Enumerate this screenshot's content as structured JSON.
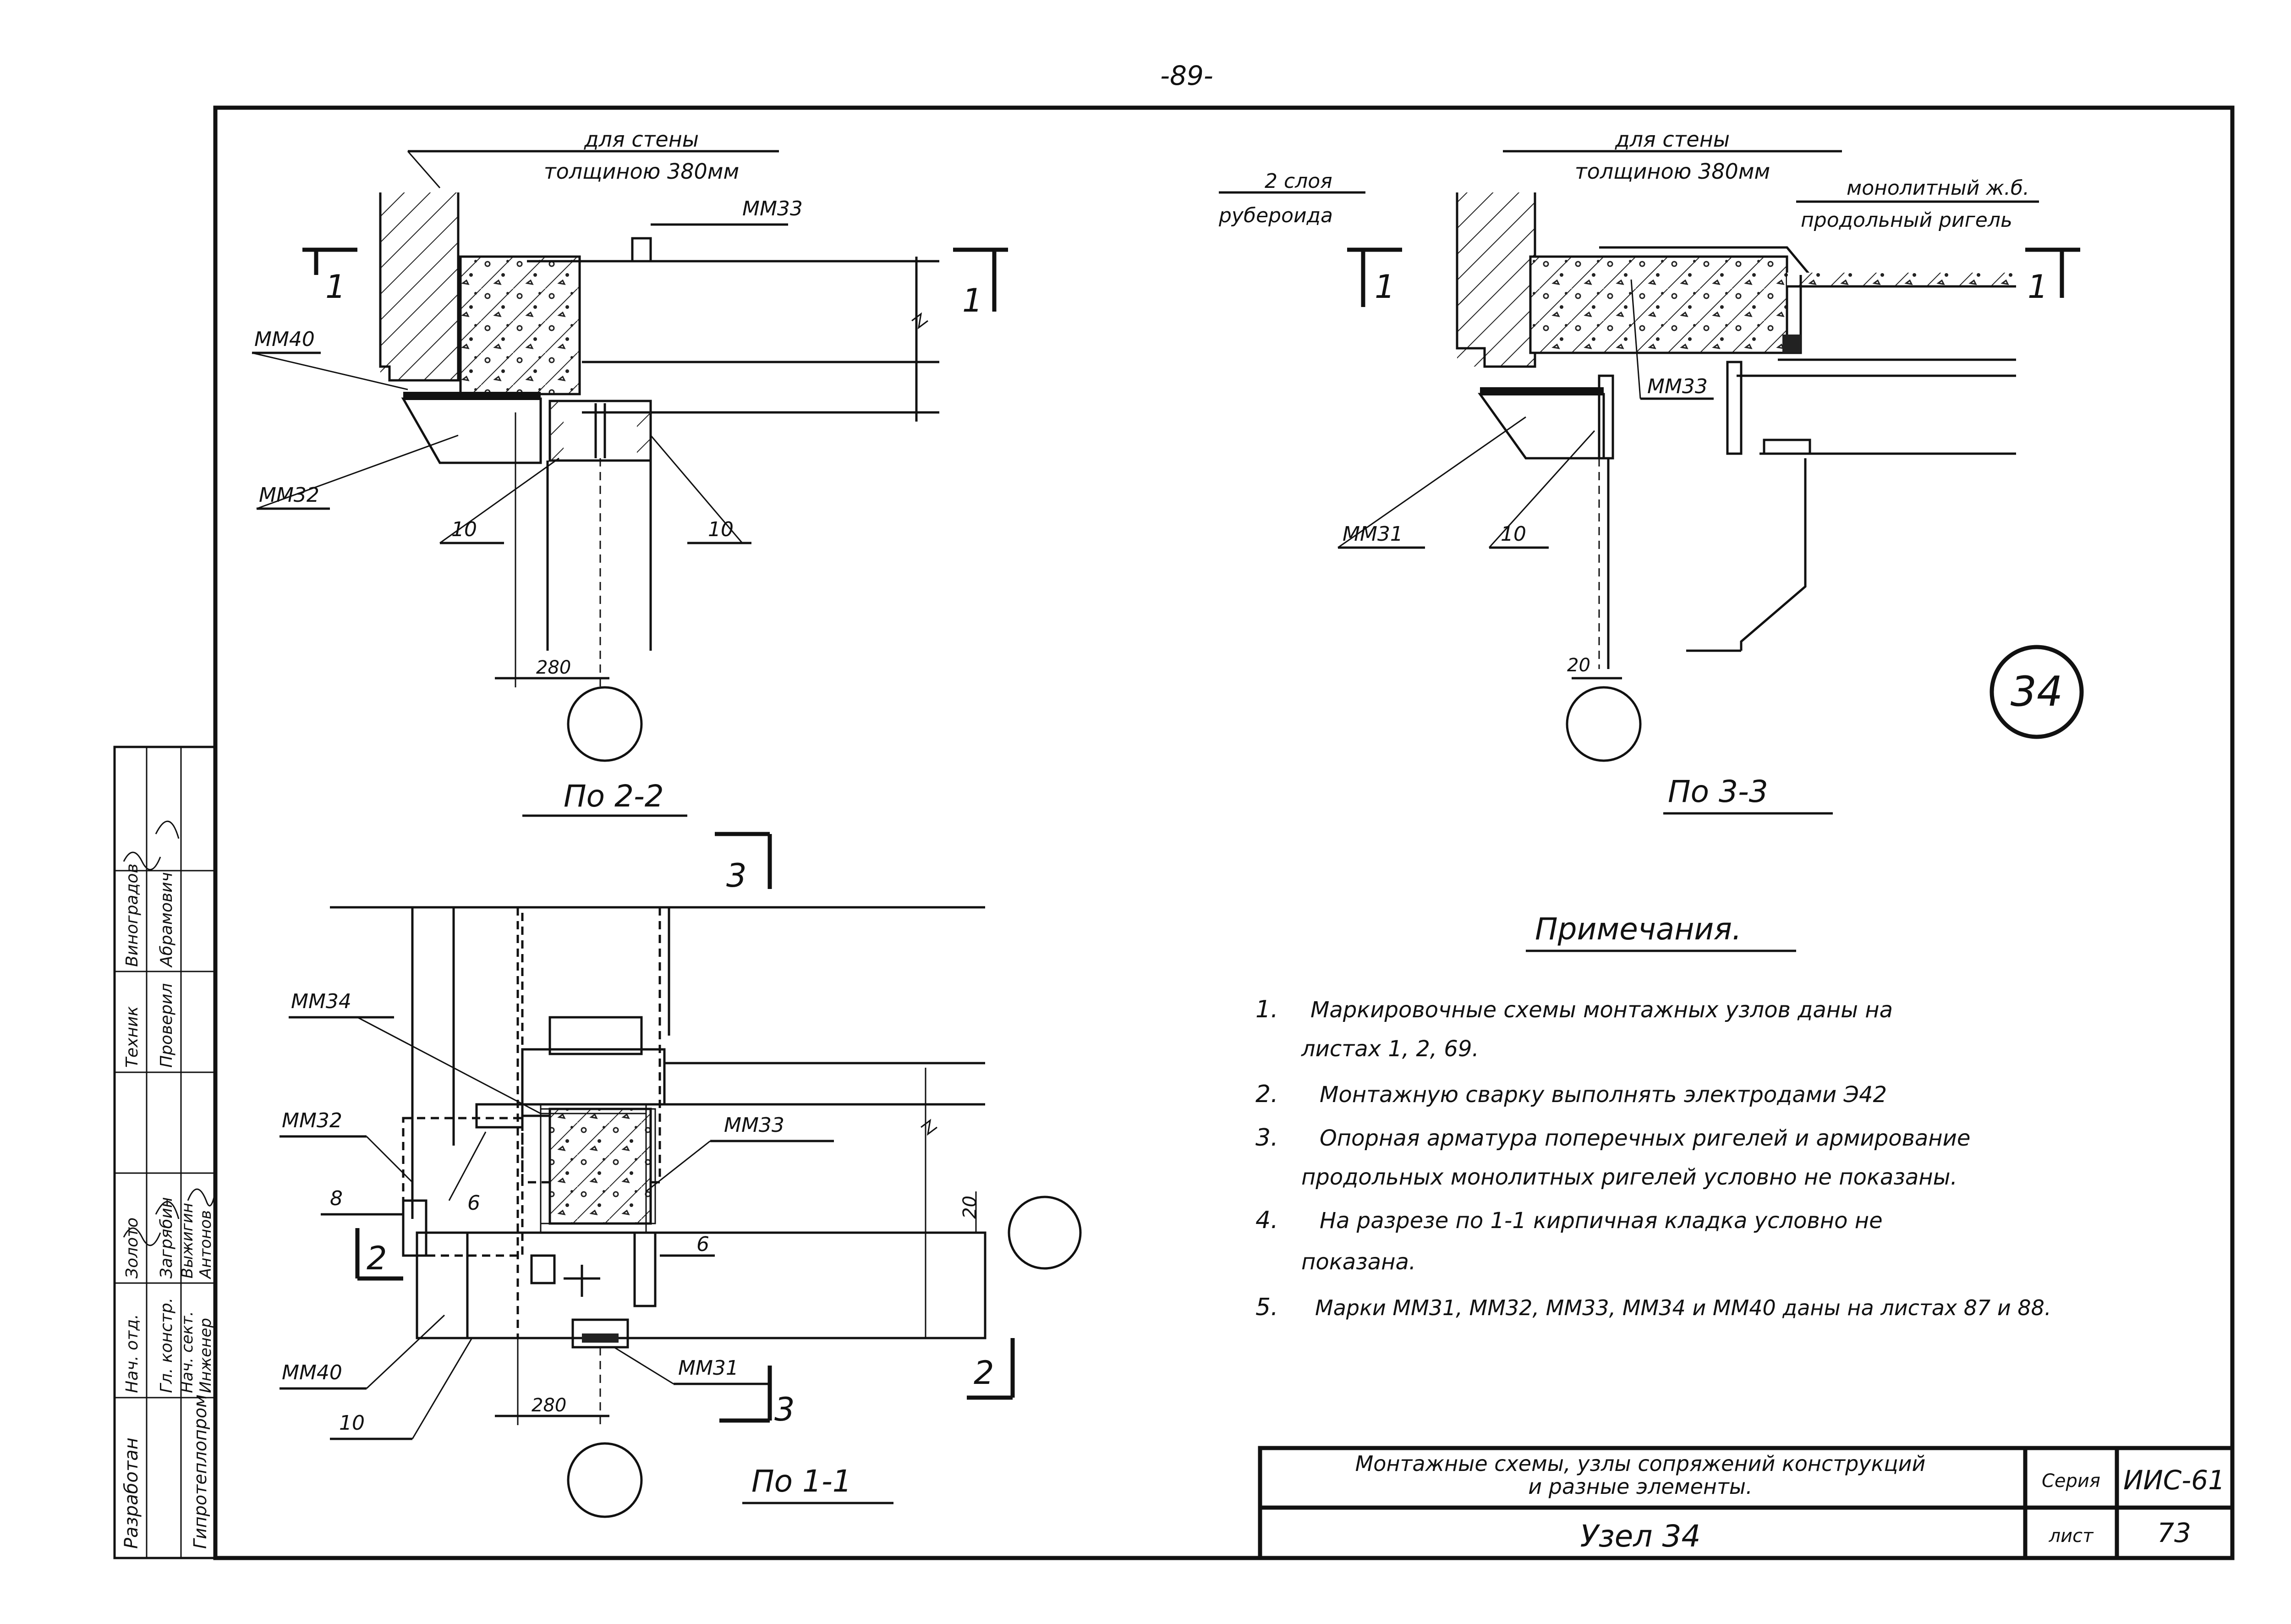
{
  "page_mark": "-89-",
  "views": {
    "v22": {
      "wall_label_1": "для стены",
      "wall_label_2": "толщиною 380мм",
      "mark_top": "ММ33",
      "mark_left": "ММ40",
      "mark_bottom": "ММ32",
      "num_a": "10",
      "num_b": "10",
      "dim": "280",
      "section_left": "1",
      "section_right": "1",
      "title": "По 2-2"
    },
    "v33": {
      "layers_1": "2 слоя",
      "layers_2": "рубероида",
      "wall_label_1": "для стены",
      "wall_label_2": "толщиною 380мм",
      "beam_1": "монолитный ж.б.",
      "beam_2": "продольный ригель",
      "mark_mid": "ММ33",
      "mark_left": "ММ31",
      "num": "10",
      "dim": "20",
      "section_left": "1",
      "section_right": "1",
      "title": "По 3-3"
    },
    "v11": {
      "mark_a": "ММ34",
      "mark_b": "ММ32",
      "mark_c": "ММ33",
      "mark_d": "ММ40",
      "mark_e": "ММ31",
      "num_8": "8",
      "num_6a": "6",
      "num_6b": "6",
      "num_10": "10",
      "dim_280": "280",
      "dim_20": "20",
      "sec3_top": "3",
      "sec3_bottom": "3",
      "sec2_left": "2",
      "sec2_right": "2",
      "title": "По 1-1"
    }
  },
  "node_badge": "34",
  "notes": {
    "heading": "Примечания.",
    "items": [
      {
        "num": "1.",
        "lines": [
          "Маркировочные схемы монтажных узлов даны на",
          "листах 1, 2, 69."
        ]
      },
      {
        "num": "2.",
        "lines": [
          "Монтажную сварку выполнять электродами Э42"
        ]
      },
      {
        "num": "3.",
        "lines": [
          "Опорная арматура поперечных ригелей и армирование",
          "продольных монолитных ригелей условно не показаны."
        ]
      },
      {
        "num": "4.",
        "lines": [
          "На разрезе по 1-1 кирпичная кладка условно не",
          "показана."
        ]
      },
      {
        "num": "5.",
        "lines": [
          "Марки ММ31, ММ32, ММ33, ММ34 и ММ40 даны на листах 87 и 88."
        ]
      }
    ]
  },
  "title_block": {
    "description_1": "Монтажные схемы, узлы сопряжений конструкций",
    "description_2": "и разные элементы.",
    "node_name": "Узел 34",
    "series_label": "Серия",
    "series_value": "ИИС-61",
    "sheet_label": "лист",
    "sheet_value": "73"
  },
  "stamp": {
    "org": "Гипротеплопром",
    "developed": "Разработан",
    "rows": [
      {
        "role": "Нач. отд.",
        "name": "Золото"
      },
      {
        "role": "Гл. констр.",
        "name": "Загрябин"
      },
      {
        "role": "Нач. сект.",
        "name": "Выжигин"
      },
      {
        "role": "Инженер",
        "name": "Антонов"
      },
      {
        "role": "Техник",
        "name": "Виноградов"
      },
      {
        "role": "Проверил",
        "name": "Абрамович"
      }
    ]
  }
}
